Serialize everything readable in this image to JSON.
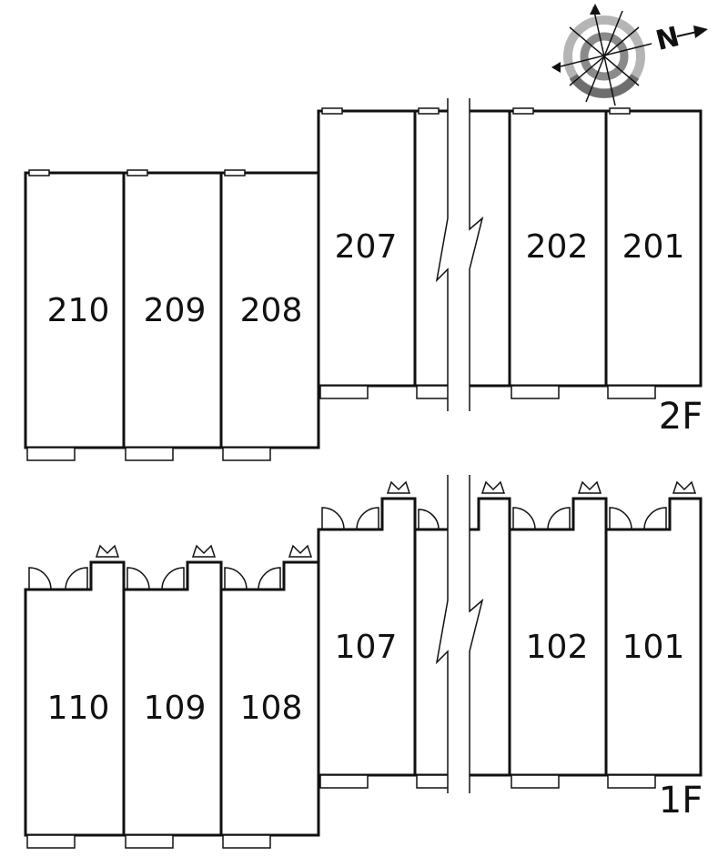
{
  "compass": {
    "north_label": "N"
  },
  "floors": [
    {
      "label": "2F",
      "units": [
        "210",
        "209",
        "208",
        "207",
        "202",
        "201"
      ]
    },
    {
      "label": "1F",
      "units": [
        "110",
        "109",
        "108",
        "107",
        "102",
        "101"
      ]
    }
  ]
}
